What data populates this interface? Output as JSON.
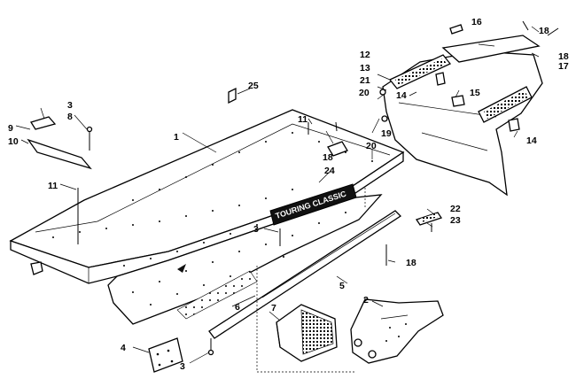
{
  "diagram": {
    "decal_text": "TOURING CLASSIC",
    "callouts": [
      "1",
      "2",
      "3",
      "4",
      "5",
      "6",
      "7",
      "8",
      "9",
      "10",
      "11",
      "12",
      "13",
      "14",
      "15",
      "16",
      "17",
      "18",
      "19",
      "20",
      "21",
      "22",
      "23",
      "24",
      "25"
    ]
  }
}
